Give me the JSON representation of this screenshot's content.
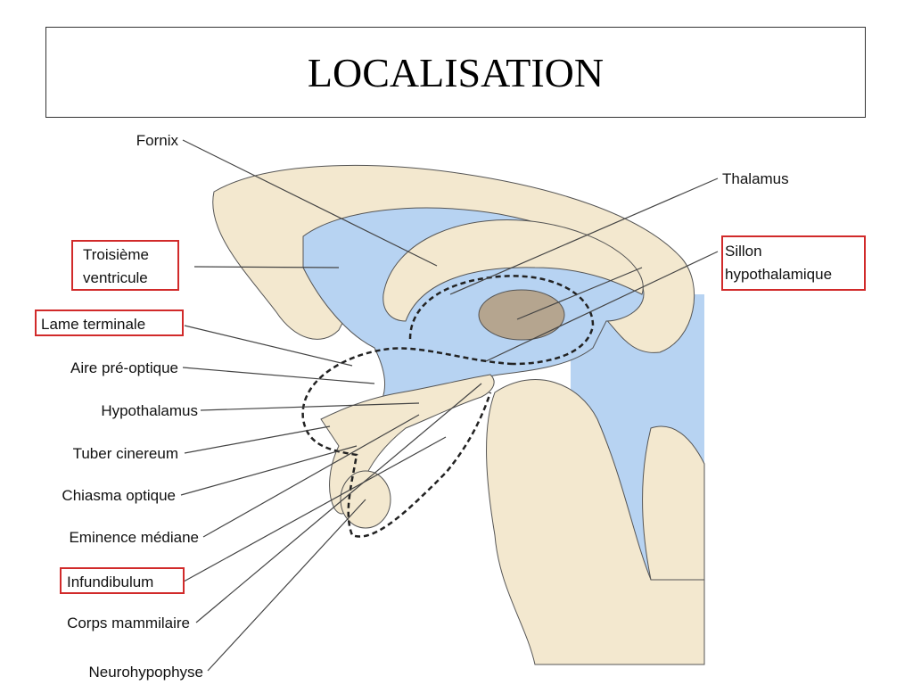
{
  "title": "LOCALISATION",
  "colors": {
    "tissue": "#f3e8cf",
    "ventricle": "#b7d3f2",
    "thalamus_core": "#b5a58f",
    "highlight_box": "#d12a2a",
    "leader": "#444444"
  },
  "labels": {
    "fornix": "Fornix",
    "thalamus": "Thalamus",
    "troisieme_1": "Troisième",
    "troisieme_2": "ventricule",
    "sillon_1": "Sillon",
    "sillon_2": "hypothalamique",
    "lame_terminale": "Lame terminale",
    "aire_pre_optique": "Aire pré-optique",
    "hypothalamus": "Hypothalamus",
    "tuber_cinereum": "Tuber cinereum",
    "chiasma_optique": "Chiasma optique",
    "eminence_mediane": "Eminence médiane",
    "infundibulum": "Infundibulum",
    "corps_mammilaire": "Corps mammilaire",
    "neurohypophyse": "Neurohypophyse"
  }
}
